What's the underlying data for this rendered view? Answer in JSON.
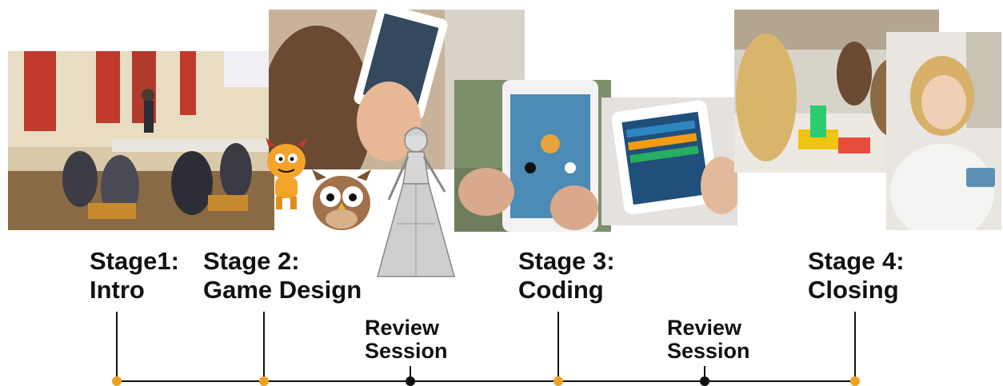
{
  "stages": [
    {
      "line1": "Stage1:",
      "line2": "Intro"
    },
    {
      "line1": "Stage 2:",
      "line2": "Game Design"
    },
    {
      "line1": "Stage 3:",
      "line2": "Coding"
    },
    {
      "line1": "Stage 4:",
      "line2": "Closing"
    }
  ],
  "reviews": [
    {
      "line1": "Review",
      "line2": "Session"
    },
    {
      "line1": "Review",
      "line2": "Session"
    }
  ],
  "colors": {
    "stage_marker": "#f0a020",
    "review_marker": "#111111",
    "line": "#111111"
  }
}
